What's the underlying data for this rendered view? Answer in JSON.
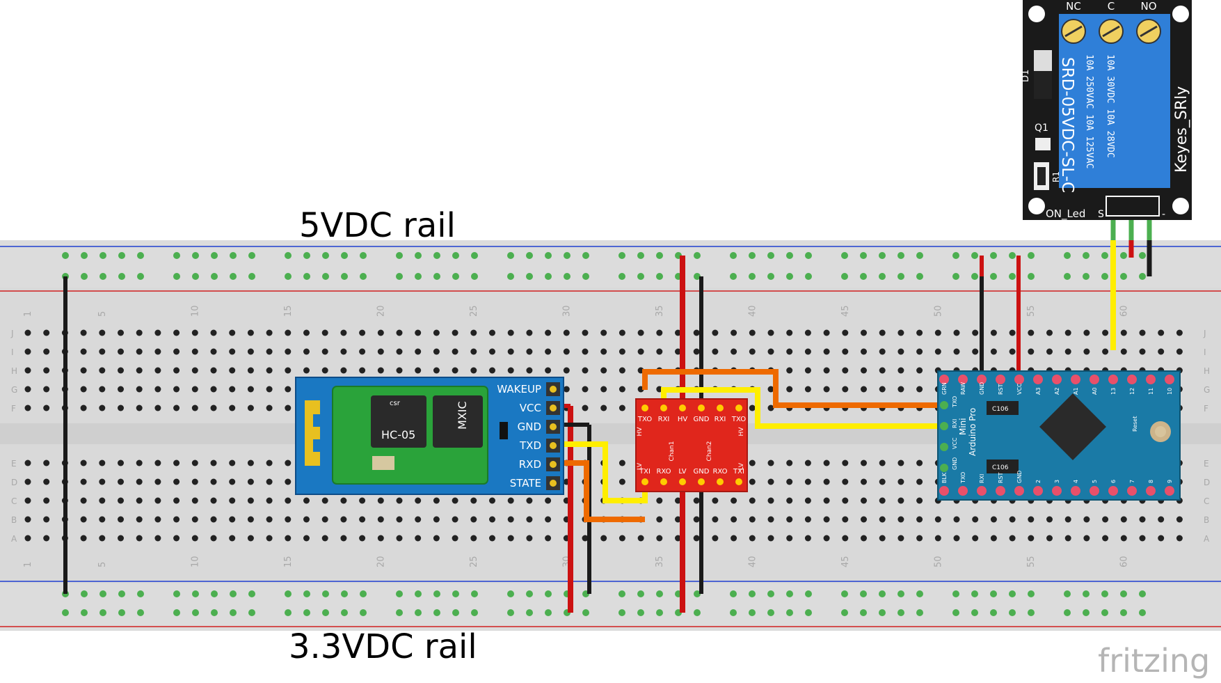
{
  "labels": {
    "top_rail": "5VDC rail",
    "bottom_rail": "3.3VDC rail",
    "watermark": "fritzing"
  },
  "breadboard": {
    "column_numbers": [
      "1",
      "5",
      "10",
      "15",
      "20",
      "25",
      "30",
      "35",
      "40",
      "45",
      "50",
      "55",
      "60"
    ],
    "row_letters_top": [
      "J",
      "I",
      "H",
      "G",
      "F"
    ],
    "row_letters_bottom": [
      "E",
      "D",
      "C",
      "B",
      "A"
    ]
  },
  "hc05": {
    "name": "HC-05",
    "chip1_logo": "csr",
    "chip2_logo": "MXIC",
    "pins": [
      "WAKEUP",
      "VCC",
      "GND",
      "TXD",
      "RXD",
      "STATE"
    ]
  },
  "level_shifter": {
    "top_pins": [
      "TXO",
      "RXI",
      "HV",
      "GND",
      "RXI",
      "TXO"
    ],
    "bottom_pins": [
      "TXI",
      "RXO",
      "LV",
      "GND",
      "RXO",
      "TXI"
    ],
    "channels": [
      "Chan1",
      "Chan2"
    ],
    "side_left": [
      "HV",
      "LV"
    ],
    "side_right": [
      "HV",
      "LV"
    ]
  },
  "relay": {
    "terminals": [
      "NC",
      "C",
      "NO"
    ],
    "model": "SRD-05VDC-SL-C",
    "ratings": [
      "10A 250VAC  10A 125VAC",
      "10A 30VDC  10A 28VDC"
    ],
    "brand": "Keyes_SRly",
    "components": [
      "D1",
      "Q1",
      "R1"
    ],
    "led_label": "ON_Led",
    "pin_labels": [
      "S",
      "-"
    ]
  },
  "arduino": {
    "name_lines": [
      "Arduino Pro",
      "Mini"
    ],
    "top_pins": [
      "GRN",
      "RAW",
      "GND",
      "RST",
      "VCC",
      "A3",
      "A2",
      "A1",
      "A0",
      "13",
      "12",
      "11",
      "10"
    ],
    "bottom_pins": [
      "BLK",
      "TXO",
      "RXI",
      "RST",
      "GND",
      "2",
      "3",
      "4",
      "5",
      "6",
      "7",
      "8",
      "9"
    ],
    "left_pins": [
      "TXO",
      "RXI",
      "VCC",
      "GND"
    ],
    "chip_labels": [
      "C106",
      "C106"
    ],
    "button_label": "Reset"
  }
}
